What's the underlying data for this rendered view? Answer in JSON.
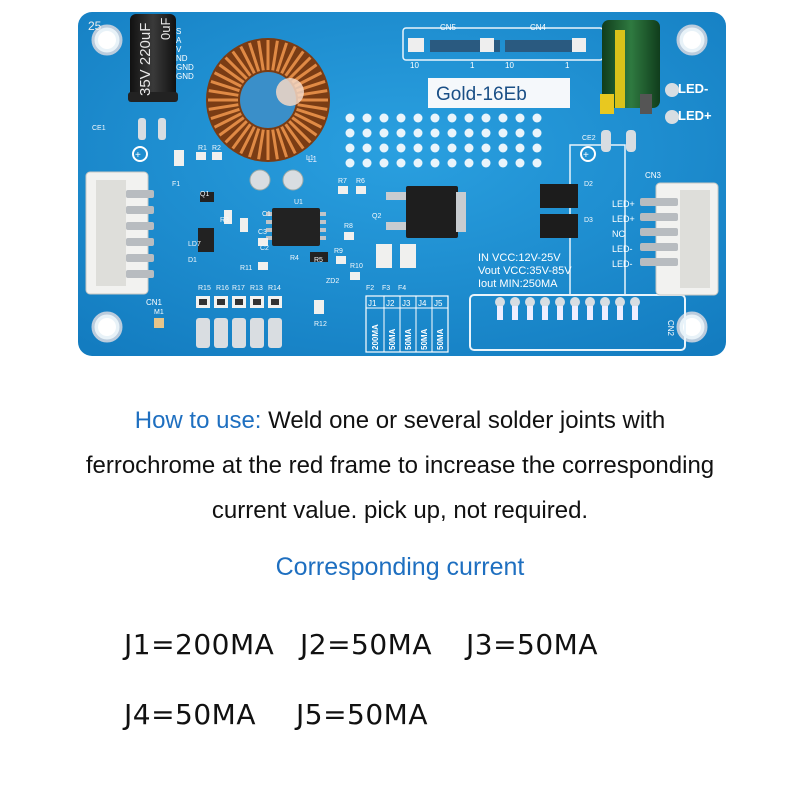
{
  "board": {
    "model_label": "Gold-16Eb",
    "cap_left_text": "35V 220uF",
    "cap_left_partial": "0uF",
    "left_pins": [
      "S",
      "A",
      "V",
      "ND",
      "GND",
      "GND"
    ],
    "right_pins_top": [
      "LED-",
      "LED+"
    ],
    "cn3_pins": [
      "LED+",
      "LED+",
      "NC",
      "LED-",
      "LED-"
    ],
    "connectors": [
      "CN1",
      "CN2",
      "CN3",
      "CN4",
      "CN5",
      "M1"
    ],
    "pin_nums": [
      "10",
      "1",
      "10",
      "1"
    ],
    "parts": [
      "R1",
      "R2",
      "F1",
      "Q1",
      "R3",
      "R7",
      "R6",
      "R8",
      "R9",
      "R10",
      "R5",
      "ZD2",
      "R11",
      "Q2",
      "D2",
      "D3",
      "U1",
      "C1",
      "C2",
      "C3",
      "R4",
      "L1",
      "CE1",
      "CE2",
      "D1",
      "R12",
      "F2",
      "F3",
      "F4",
      "LD7",
      "R15",
      "R16",
      "R17",
      "R13",
      "R14"
    ],
    "spec_lines": [
      "IN VCC:12V-25V",
      "Vout VCC:35V-85V",
      "Iout MIN:250MA"
    ],
    "jumper_headers": [
      "J1",
      "J2",
      "J3",
      "J4",
      "J5"
    ],
    "jumper_values": [
      "200MA",
      "50MA",
      "50MA",
      "50MA",
      "50MA"
    ],
    "colors": {
      "board": "#1f8fd0",
      "copper": "#b86a2c",
      "cap_left": "#1c1c1c",
      "cap_right": "#1c5a2a"
    }
  },
  "instructions": {
    "prefix": "How to use:",
    "line1": "Weld one or several solder joints with",
    "line2": "ferrochrome at the red frame to increase the corresponding",
    "line3": "current value. pick up, not required.",
    "accent_color": "#1e6fc0"
  },
  "corresponding": {
    "title": "Corresponding current",
    "items": [
      "J1=200MA",
      "J2=50MA",
      "J3=50MA",
      "J4=50MA",
      "J5=50MA"
    ]
  }
}
